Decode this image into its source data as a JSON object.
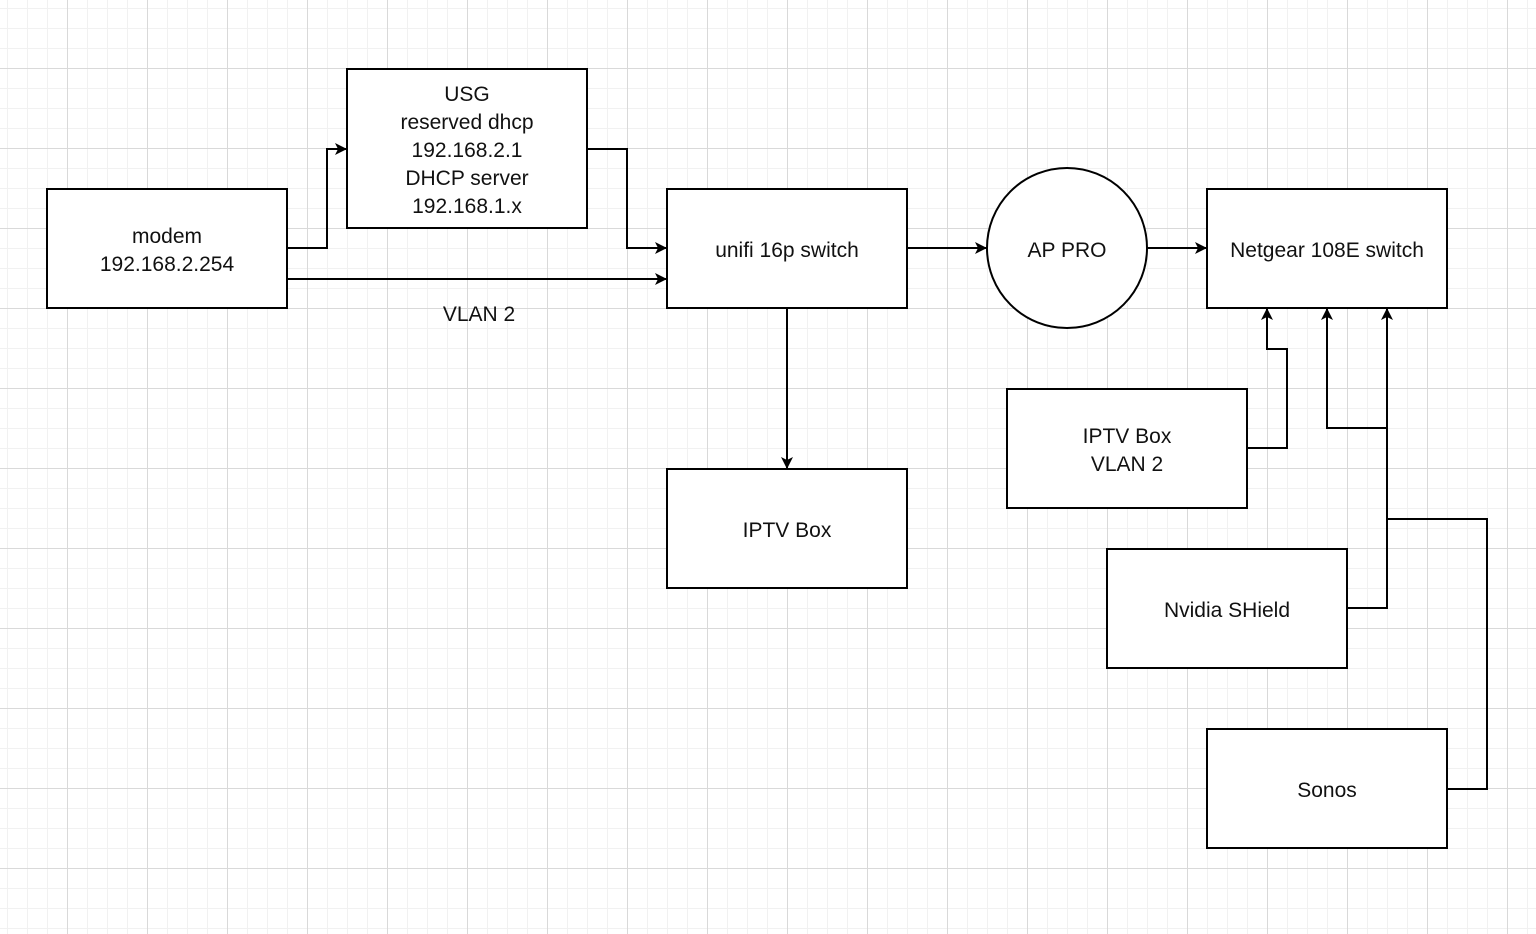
{
  "diagram": {
    "nodes": {
      "modem": {
        "lines": [
          "modem",
          "192.168.2.254"
        ]
      },
      "usg": {
        "lines": [
          "USG",
          "reserved dhcp",
          "192.168.2.1",
          "DHCP server",
          "192.168.1.x"
        ]
      },
      "unifi": {
        "lines": [
          "unifi 16p switch"
        ]
      },
      "ap": {
        "lines": [
          "AP PRO"
        ]
      },
      "netgear": {
        "lines": [
          "Netgear 108E switch"
        ]
      },
      "iptv1": {
        "lines": [
          "IPTV Box"
        ]
      },
      "iptv2": {
        "lines": [
          "IPTV Box",
          "VLAN 2"
        ]
      },
      "nvidia": {
        "lines": [
          "Nvidia SHield"
        ]
      },
      "sonos": {
        "lines": [
          "Sonos"
        ]
      }
    },
    "edges": [
      {
        "from": "modem",
        "to": "usg"
      },
      {
        "from": "modem",
        "to": "unifi",
        "label": "VLAN 2"
      },
      {
        "from": "usg",
        "to": "unifi"
      },
      {
        "from": "unifi",
        "to": "ap"
      },
      {
        "from": "unifi",
        "to": "iptv1"
      },
      {
        "from": "ap",
        "to": "netgear"
      },
      {
        "from": "iptv2",
        "to": "netgear"
      },
      {
        "from": "nvidia",
        "to": "netgear"
      },
      {
        "from": "sonos",
        "to": "netgear"
      }
    ],
    "edge_label_vlan": "VLAN 2"
  }
}
